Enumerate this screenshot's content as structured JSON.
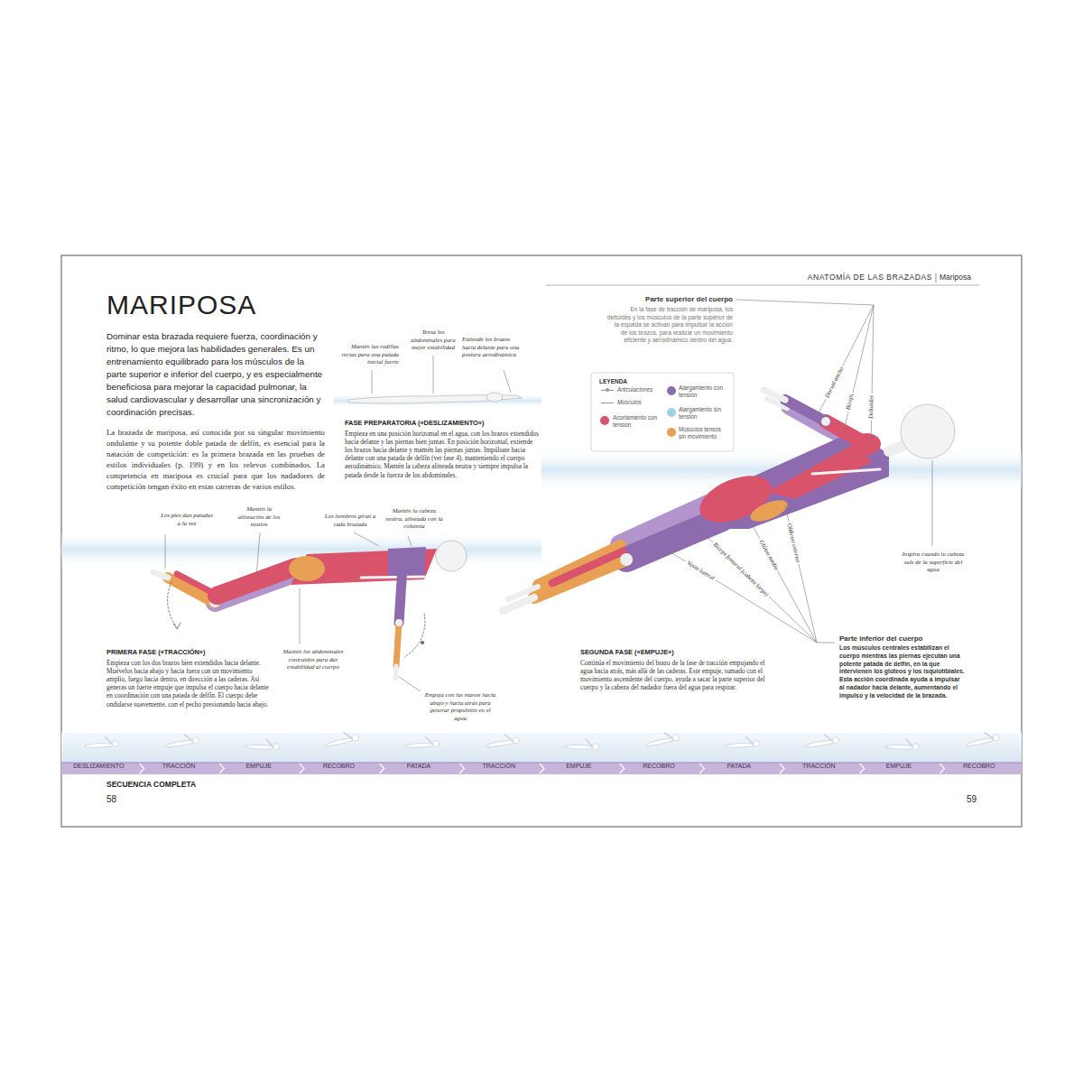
{
  "diagram": {
    "title": "MARIPOSA",
    "nodes": [
      {
        "text": [
          "DESLIZAMIENTO",
          "TRACCIÓN",
          "EMPUJE",
          "RECOBRO",
          "PATADA",
          "TRACCIÓN",
          "EMPUJE",
          "RECOBRO",
          "PATADA",
          "TRACCIÓN",
          "EMPUJE",
          "RECOBRO"
        ]
      }
    ],
    "labels": [
      "ANATOMÍA DE LAS BRAZADAS",
      "Mariposa",
      "Dominar esta brazada requiere fuerza, coordinación y ritmo, lo que mejora las habilidades generales. Es un entrenamiento equilibrado para los músculos de la parte superior e inferior del cuerpo, y es especialmente beneficiosa para mejorar la capacidad pulmonar, la salud cardiovascular y desarrollar una sincronización y coordinación precisas.",
      "La brazada de mariposa, así conocida por su singular movimiento ondulante y su potente doble patada de delfín, es esencial para la natación de competición: es la primera brazada en las pruebas de estilos individuales (p. 199) y en los relevos combinados. La competencia en mariposa es crucial para que los nadadores de competición tengan éxito en estas carreras de varios estilos.",
      "Mantén las rodillas rectas para una patada inicial fuerte",
      "Tensa los abdominales para mejor estabilidad",
      "Extiende los brazos hacia delante para una postura aerodinámica",
      "FASE PREPARATORIA («DESLIZAMIENTO»)",
      "Empieza en una posición horizontal en el agua, con los brazos extendidos hacia delante y las piernas bien juntas. En posición horizontal, extiende los brazos hacia delante y mantén las piernas juntas. Impúlsate hacia delante con una patada de delfín (ver fase 4), manteniendo el cuerpo aerodinámico. Mantén la cabeza alineada neutra y siempre impulsa la patada desde la fuerza de los abdominales.",
      "Los pies dan patadas a la vez",
      "Mantén la alineación de los muslos",
      "Los hombros giran a cada brazada",
      "Mantén la cabeza neutra, alineada con la columna",
      "PRIMERA FASE («TRACCIÓN»)",
      "Empieza con los dos brazos bien extendidos hacia delante. Muévelos hacia abajo y hacia fuera con un movimiento amplio, luego hacia dentro, en dirección a las caderas. Así generas un fuerte empuje que impulsa el cuerpo hacia delante en coordinación con una patada de delfín. El cuerpo debe ondularse suavemente, con el pecho presionando hacia abajo.",
      "Mantén los abdominales contraídos para dar estabilidad al cuerpo",
      "Empuja con las manos hacia abajo y hacia atrás para generar propulsión en el agua",
      "Parte superior del cuerpo",
      "En la fase de tracción de mariposa, los deltoides y los músculos de la parte superior de la espalda se activan para impulsar la acción de los brazos, para realizar un movimiento eficiente y aerodinámico dentro del agua.",
      "LEYENDA",
      "Dorsal ancho",
      "Bíceps",
      "Deltoides",
      "Inspira cuando tu cabeza sale de la superficie del agua",
      "Bíceps femoral (cabeza larga)",
      "Glúteo medio",
      "Oblicuo externo",
      "Vasto lateral",
      "SEGUNDA FASE («EMPUJE»)",
      "Continúa el movimiento del brazo de la fase de tracción empujando el agua hacia atrás, más allá de las caderas. Este empuje, sumado con el movimiento ascendente del cuerpo, ayuda a sacar la parte superior del cuerpo y la cabeza del nadador fuera del agua para respirar.",
      "Parte inferior del cuerpo",
      "Los músculos centrales estabilizan el cuerpo mientras las piernas ejecutan una potente patada de delfín, en la que intervienen los glúteos y los isquiotibiales. Esta acción coordinada ayuda a impulsar al nadador hacia delante, aumentando el impulso y la velocidad de la brazada.",
      "SECUENCIA COMPLETA",
      "58",
      "59"
    ],
    "legend": [
      {
        "text": "Articulaciones"
      },
      {
        "text": "Músculos"
      },
      {
        "text": "Acortamiento con tensión",
        "color": "#d9536b"
      },
      {
        "text": "Alargamiento con tensión",
        "color": "#8e6aae"
      },
      {
        "text": "Alargamiento sin tensión",
        "color": "#9fd3e0"
      },
      {
        "text": "Músculos tensos sin movimiento",
        "color": "#e8a055"
      }
    ]
  }
}
